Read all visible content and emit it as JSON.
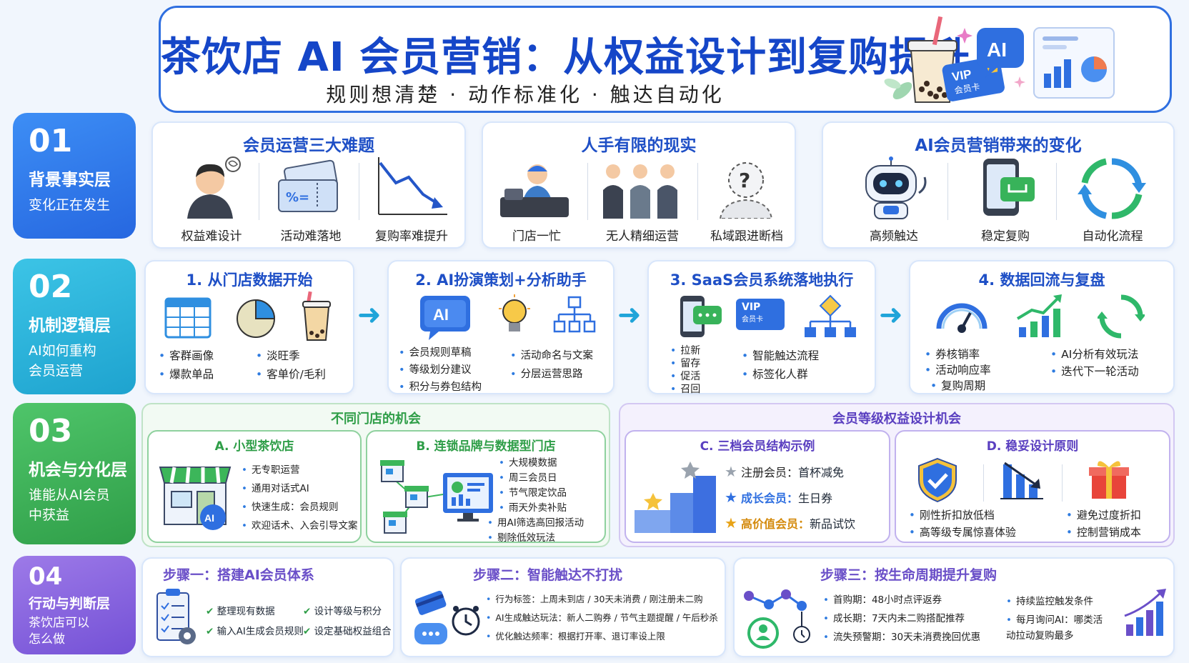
{
  "header": {
    "title": "茶饮店 AI 会员营销：从权益设计到复购提升",
    "subtitle": "规则想清楚 · 动作标准化 · 触达自动化",
    "decor": {
      "ai_badge": "AI",
      "vip_line1": "VIP",
      "vip_line2": "会员卡"
    }
  },
  "layers": [
    {
      "num": "01",
      "name": "背景事实层",
      "desc": "变化正在发生",
      "color": "#2f7ef0"
    },
    {
      "num": "02",
      "name": "机制逻辑层",
      "desc": "AI如何重构会员运营",
      "color": "#22b0d8"
    },
    {
      "num": "03",
      "name": "机会与分化层",
      "desc": "谁能从AI会员中获益",
      "color": "#3cb65a"
    },
    {
      "num": "04",
      "name": "行动与判断层",
      "desc": "茶饮店可以怎么做",
      "color": "#8a63e0"
    }
  ],
  "row1": [
    {
      "title": "会员运营三大难题",
      "items": [
        "权益难设计",
        "活动难落地",
        "复购率难提升"
      ]
    },
    {
      "title": "人手有限的现实",
      "items": [
        "门店一忙",
        "无人精细运营",
        "私域跟进断档"
      ]
    },
    {
      "title": "AI会员营销带来的变化",
      "items": [
        "高频触达",
        "稳定复购",
        "自动化流程"
      ]
    }
  ],
  "row2": [
    {
      "title": "1. 从门店数据开始",
      "bullets_left": [
        "客群画像",
        "爆款单品"
      ],
      "bullets_right": [
        "淡旺季",
        "客单价/毛利"
      ]
    },
    {
      "title": "2. AI扮演策划+分析助手",
      "icon_text": "AI",
      "bullets_left": [
        "会员规则草稿",
        "等级划分建议",
        "积分与券包结构"
      ],
      "bullets_right": [
        "活动命名与文案",
        "分层运营思路"
      ]
    },
    {
      "title": "3. SaaS会员系统落地执行",
      "vip_text": "VIP",
      "vip_sub": "会员卡",
      "bullets_left": [
        "拉新",
        "留存",
        "促活",
        "召回"
      ],
      "bullets_right": [
        "智能触达流程",
        "标签化人群"
      ]
    },
    {
      "title": "4. 数据回流与复盘",
      "bullets_left": [
        "券核销率",
        "活动响应率",
        "复购周期"
      ],
      "bullets_right": [
        "AI分析有效玩法",
        "迭代下一轮活动"
      ]
    }
  ],
  "row3": {
    "left_title": "不同门店的机会",
    "a": {
      "title": "A. 小型茶饮店",
      "icon_text": "AI",
      "bullets": [
        "无专职运营",
        "通用对话式AI",
        "快速生成：会员规则",
        "欢迎话术、入会引导文案"
      ]
    },
    "b": {
      "title": "B. 连锁品牌与数据型门店",
      "bullets": [
        "大规模数据",
        "周三会员日",
        "节气限定饮品",
        "雨天外卖补贴",
        "用AI筛选高回报活动",
        "剔除低效玩法"
      ]
    },
    "right_title": "会员等级权益设计机会",
    "c": {
      "title": "C. 三档会员结构示例",
      "tiers": [
        {
          "name": "注册会员：",
          "benefit": "首杯减免",
          "color": "#9aa3ae"
        },
        {
          "name": "成长会员：",
          "benefit": "生日券",
          "color": "#2f6fe0"
        },
        {
          "name": "高价值会员：",
          "benefit": "新品试饮",
          "color": "#e8a317"
        }
      ]
    },
    "d": {
      "title": "D. 稳妥设计原则",
      "bullets_left": [
        "刚性折扣放低档",
        "高等级专属惊喜体验"
      ],
      "bullets_right": [
        "避免过度折扣",
        "控制营销成本"
      ]
    }
  },
  "row4": [
    {
      "title": "步骤一：搭建AI会员体系",
      "checks": [
        "整理现有数据",
        "设计等级与积分",
        "输入AI生成会员规则",
        "设定基础权益组合"
      ]
    },
    {
      "title": "步骤二：智能触达不打扰",
      "bullets": [
        "行为标签：上周未到店 / 30天未消费 / 刚注册未二购",
        "AI生成触达玩法：新人二购券 / 节气主题提醒 / 午后秒杀",
        "优化触达频率：根据打开率、退订率设上限"
      ]
    },
    {
      "title": "步骤三：按生命周期提升复购",
      "bullets_left": [
        "首购期：48小时点评返券",
        "成长期：7天内未二购搭配推荐",
        "流失预警期：30天未消费挽回优惠"
      ],
      "bullets_right": [
        "持续监控触发条件",
        "每月询问AI：哪类活动拉动复购最多"
      ]
    }
  ],
  "colors": {
    "primary": "#1e4fc6",
    "accent": "#2e7be0",
    "green": "#2f9e48",
    "purple": "#6a4fc8"
  }
}
